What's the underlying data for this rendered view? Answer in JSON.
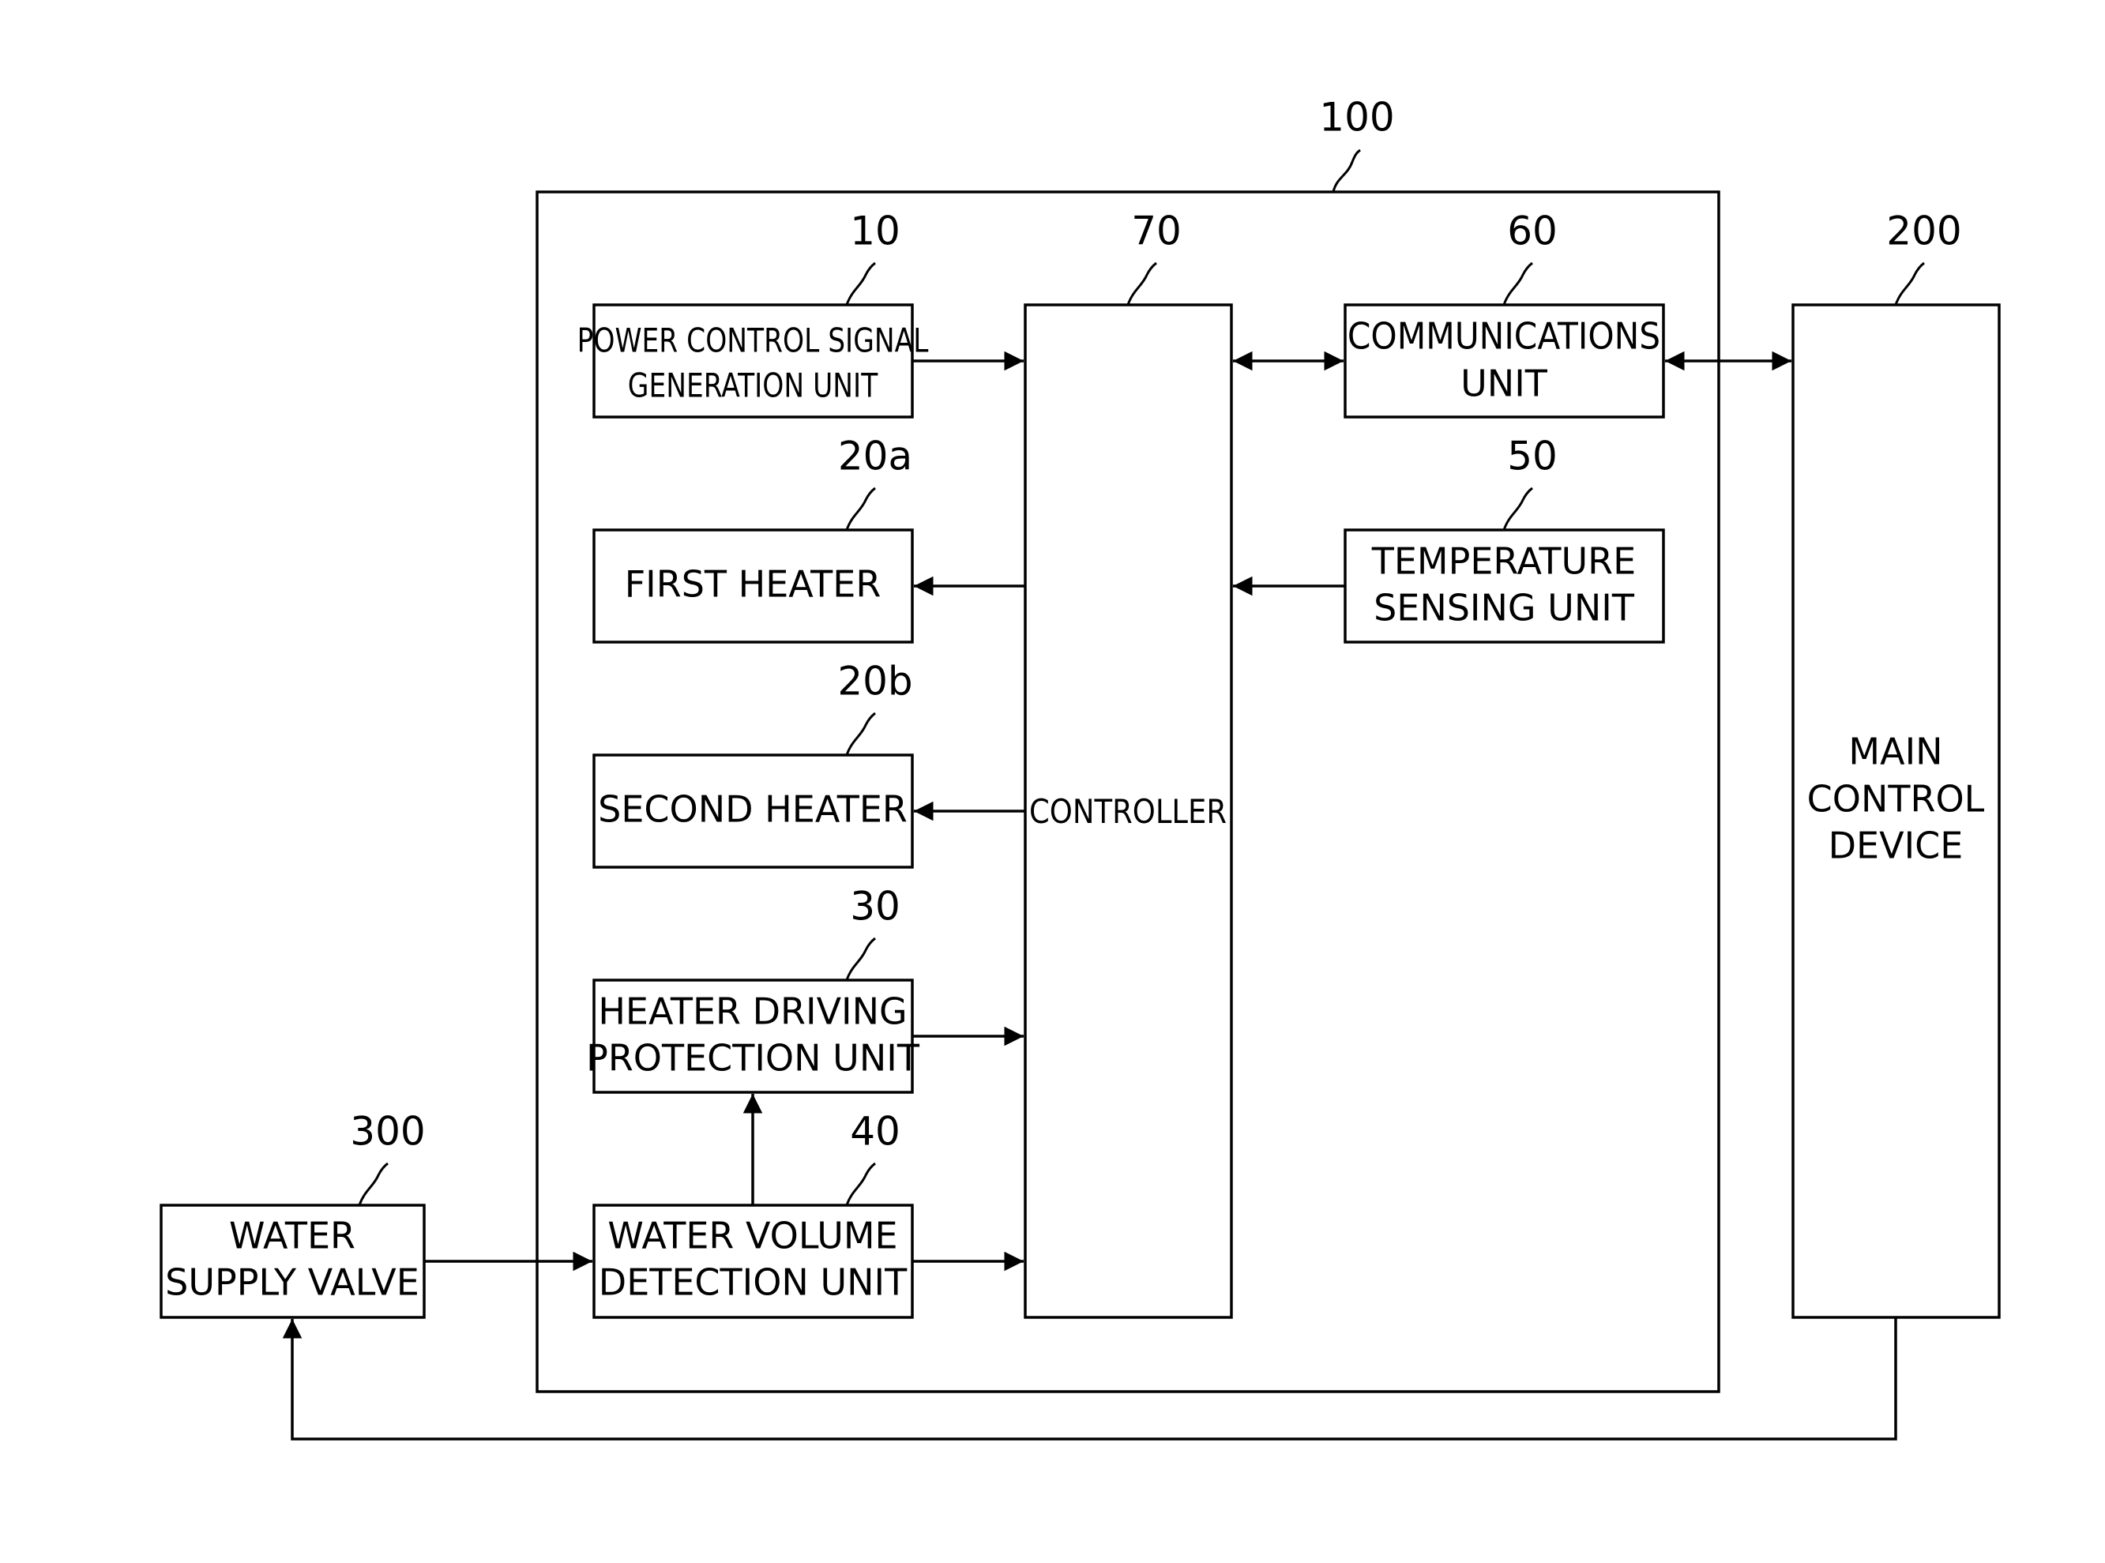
{
  "refs": {
    "device": "100",
    "main_control": "200",
    "water_valve": "300",
    "power_signal": "10",
    "first_heater": "20a",
    "second_heater": "20b",
    "driving_protection": "30",
    "water_volume": "40",
    "temperature": "50",
    "communications": "60",
    "controller": "70"
  },
  "blocks": {
    "power_signal": [
      "POWER CONTROL SIGNAL",
      "GENERATION UNIT"
    ],
    "first_heater": [
      "FIRST HEATER"
    ],
    "second_heater": [
      "SECOND HEATER"
    ],
    "driving_protection": [
      "HEATER DRIVING",
      "PROTECTION UNIT"
    ],
    "water_volume": [
      "WATER VOLUME",
      "DETECTION UNIT"
    ],
    "controller": [
      "CONTROLLER"
    ],
    "communications": [
      "COMMUNICATIONS",
      "UNIT"
    ],
    "temperature": [
      "TEMPERATURE",
      "SENSING UNIT"
    ],
    "main_control": [
      "MAIN",
      "CONTROL",
      "DEVICE"
    ],
    "water_valve": [
      "WATER",
      "SUPPLY VALVE"
    ]
  }
}
